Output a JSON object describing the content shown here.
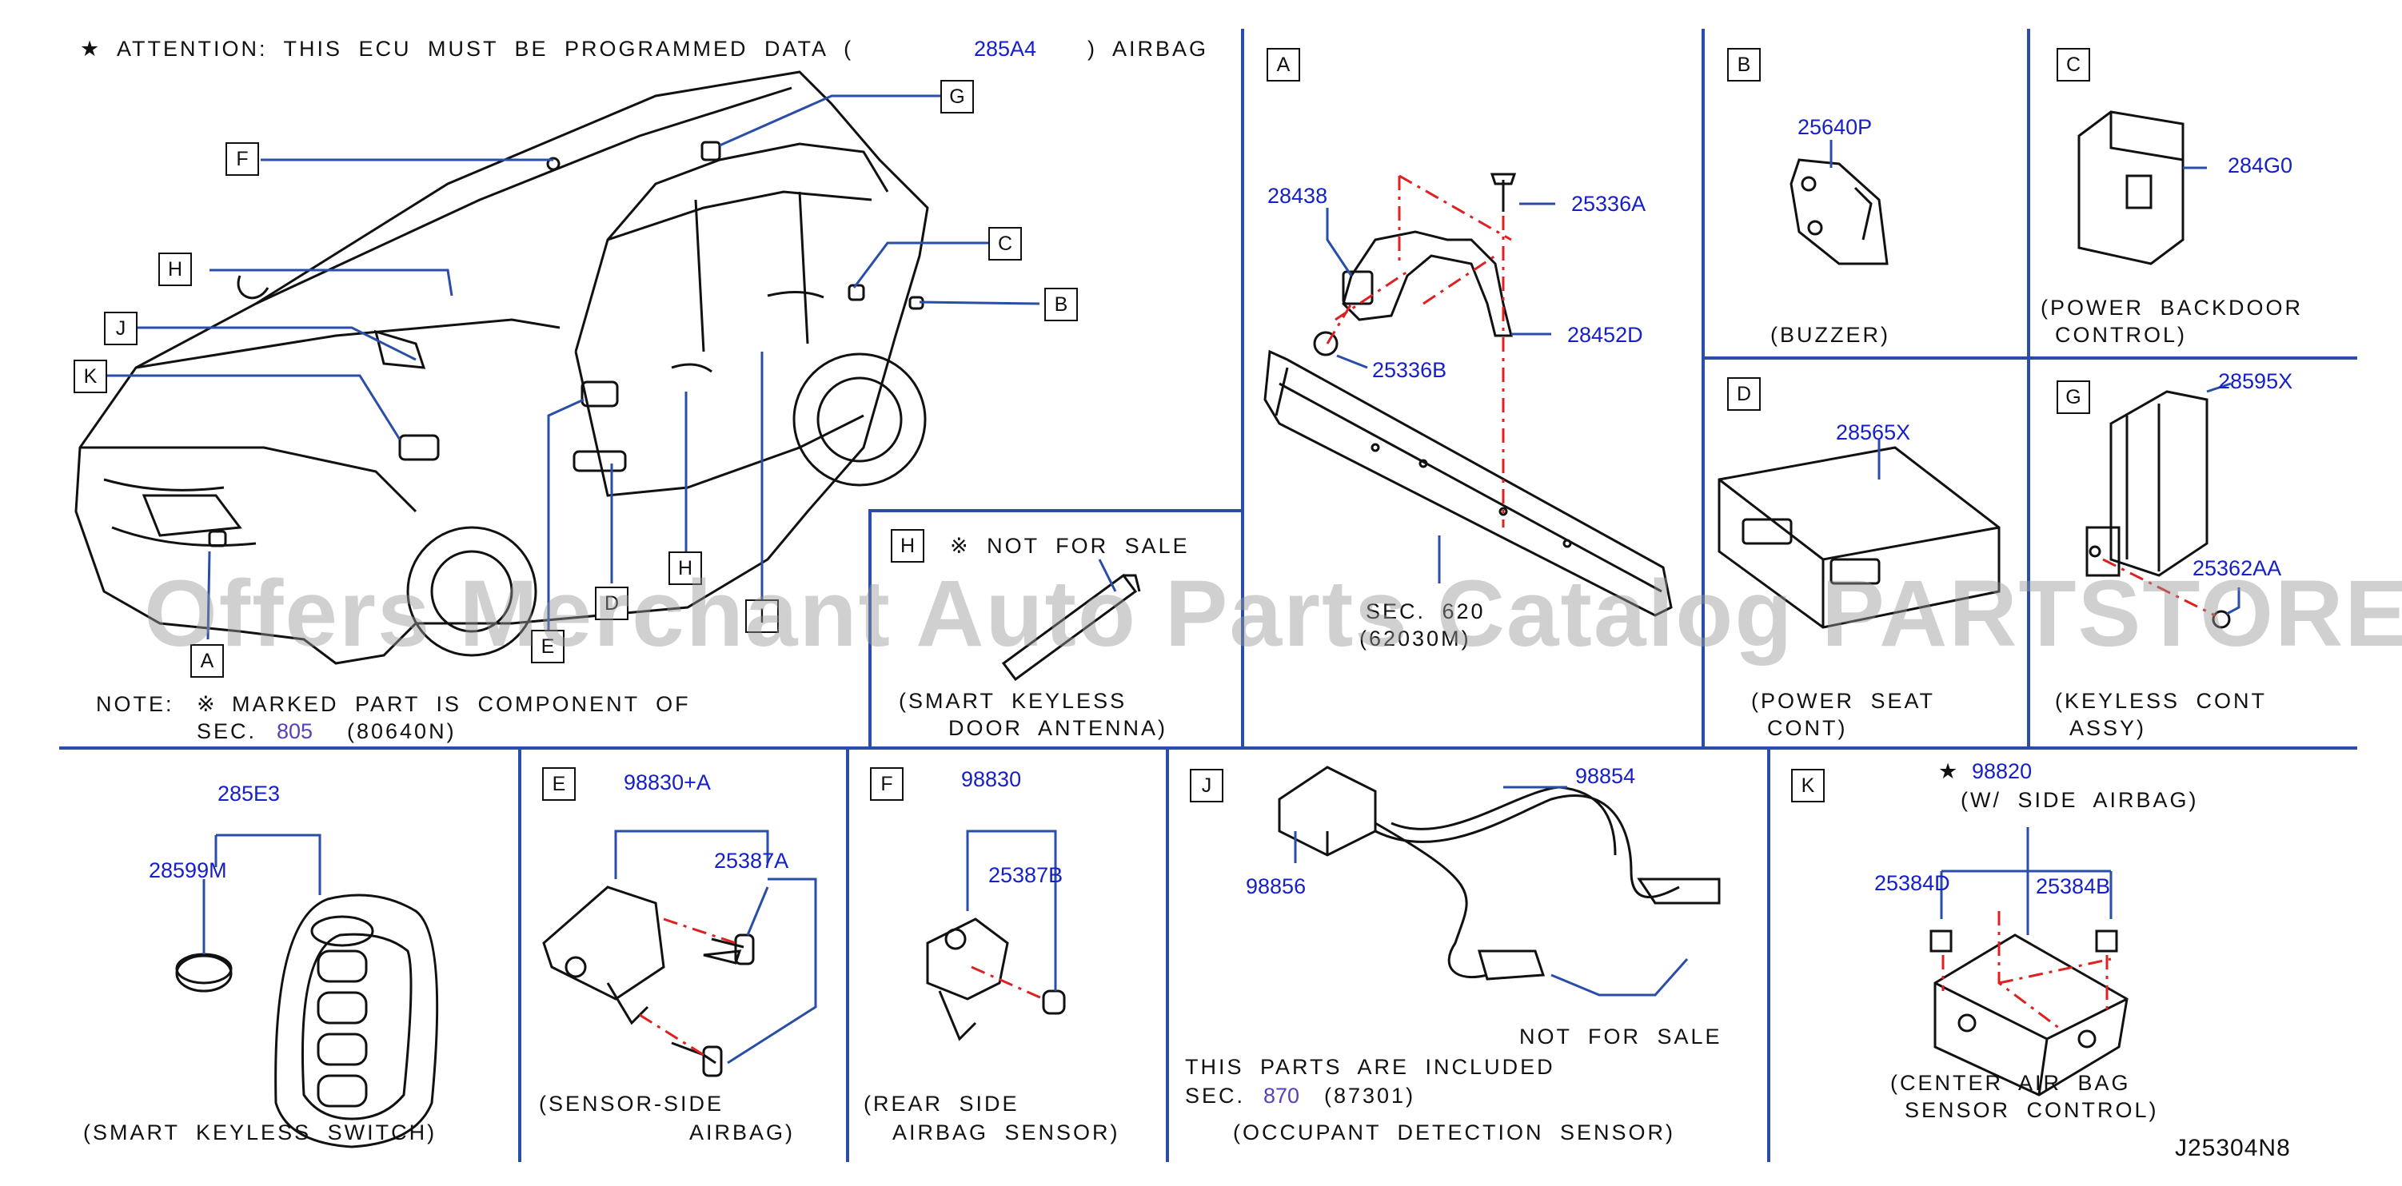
{
  "header": {
    "star": "★",
    "attention_text": "ATTENTION: THIS ECU MUST BE PROGRAMMED DATA (",
    "attention_code": "285A4",
    "attention_tail": ") AIRBAG"
  },
  "note": {
    "prefix": "NOTE:",
    "mark": "※",
    "text": "MARKED PART IS COMPONENT OF",
    "sec_label": "SEC.",
    "sec_number": "805",
    "sec_code": "(80640N)"
  },
  "vehicle_callouts": {
    "a": "A",
    "b": "B",
    "c": "C",
    "d": "D",
    "e": "E",
    "f": "F",
    "g": "G",
    "h1": "H",
    "h2": "H",
    "j": "J",
    "k": "K",
    "i": "I"
  },
  "panels": {
    "a": {
      "letter": "A",
      "parts": [
        "28438",
        "25336A",
        "25336B",
        "28452D"
      ],
      "sec_label": "SEC. 620",
      "sec_code": "(62030M)"
    },
    "b": {
      "letter": "B",
      "part": "25640P",
      "caption": "(BUZZER)"
    },
    "c": {
      "letter": "C",
      "part": "284G0",
      "caption_1": "(POWER BACKDOOR",
      "caption_2": "CONTROL)"
    },
    "d": {
      "letter": "D",
      "part": "28565X",
      "caption_1": "(POWER SEAT",
      "caption_2": "CONT)"
    },
    "g": {
      "letter": "G",
      "part_1": "28595X",
      "part_2": "25362AA",
      "caption_1": "(KEYLESS CONT",
      "caption_2": "ASSY)"
    },
    "h": {
      "letter": "H",
      "note": "※ NOT FOR SALE",
      "caption_1": "(SMART KEYLESS",
      "caption_2": "DOOR ANTENNA)"
    },
    "smart_key": {
      "part_1": "285E3",
      "part_2": "28599M",
      "caption": "(SMART KEYLESS SWITCH)"
    },
    "e": {
      "letter": "E",
      "part_1": "98830+A",
      "part_2": "25387A",
      "caption_1": "(SENSOR-SIDE",
      "caption_2": "AIRBAG)"
    },
    "f": {
      "letter": "F",
      "part_1": "98830",
      "part_2": "25387B",
      "caption_1": "(REAR SIDE",
      "caption_2": "AIRBAG SENSOR)"
    },
    "j": {
      "letter": "J",
      "part_1": "98854",
      "part_2": "98856",
      "not_for_sale": "NOT FOR SALE",
      "included_text": "THIS PARTS ARE INCLUDED",
      "sec_label": "SEC.",
      "sec_number": "870",
      "sec_code": "(87301)",
      "caption": "(OCCUPANT DETECTION SENSOR)"
    },
    "k": {
      "letter": "K",
      "star": "★",
      "part_main": "98820",
      "subtitle": "(W/ SIDE AIRBAG)",
      "part_1": "25384D",
      "part_2": "25384B",
      "caption_1": "(CENTER AIR BAG",
      "caption_2": "SENSOR CONTROL)"
    }
  },
  "diagram_id": "J25304N8",
  "watermark": "Offers Merchant Auto Parts Catalog PARTSTORE.SA",
  "colors": {
    "part_number": "#1620c8",
    "sec_number": "#5b3fb8",
    "frame": "#2a4ea8",
    "dash": "#e02020"
  }
}
